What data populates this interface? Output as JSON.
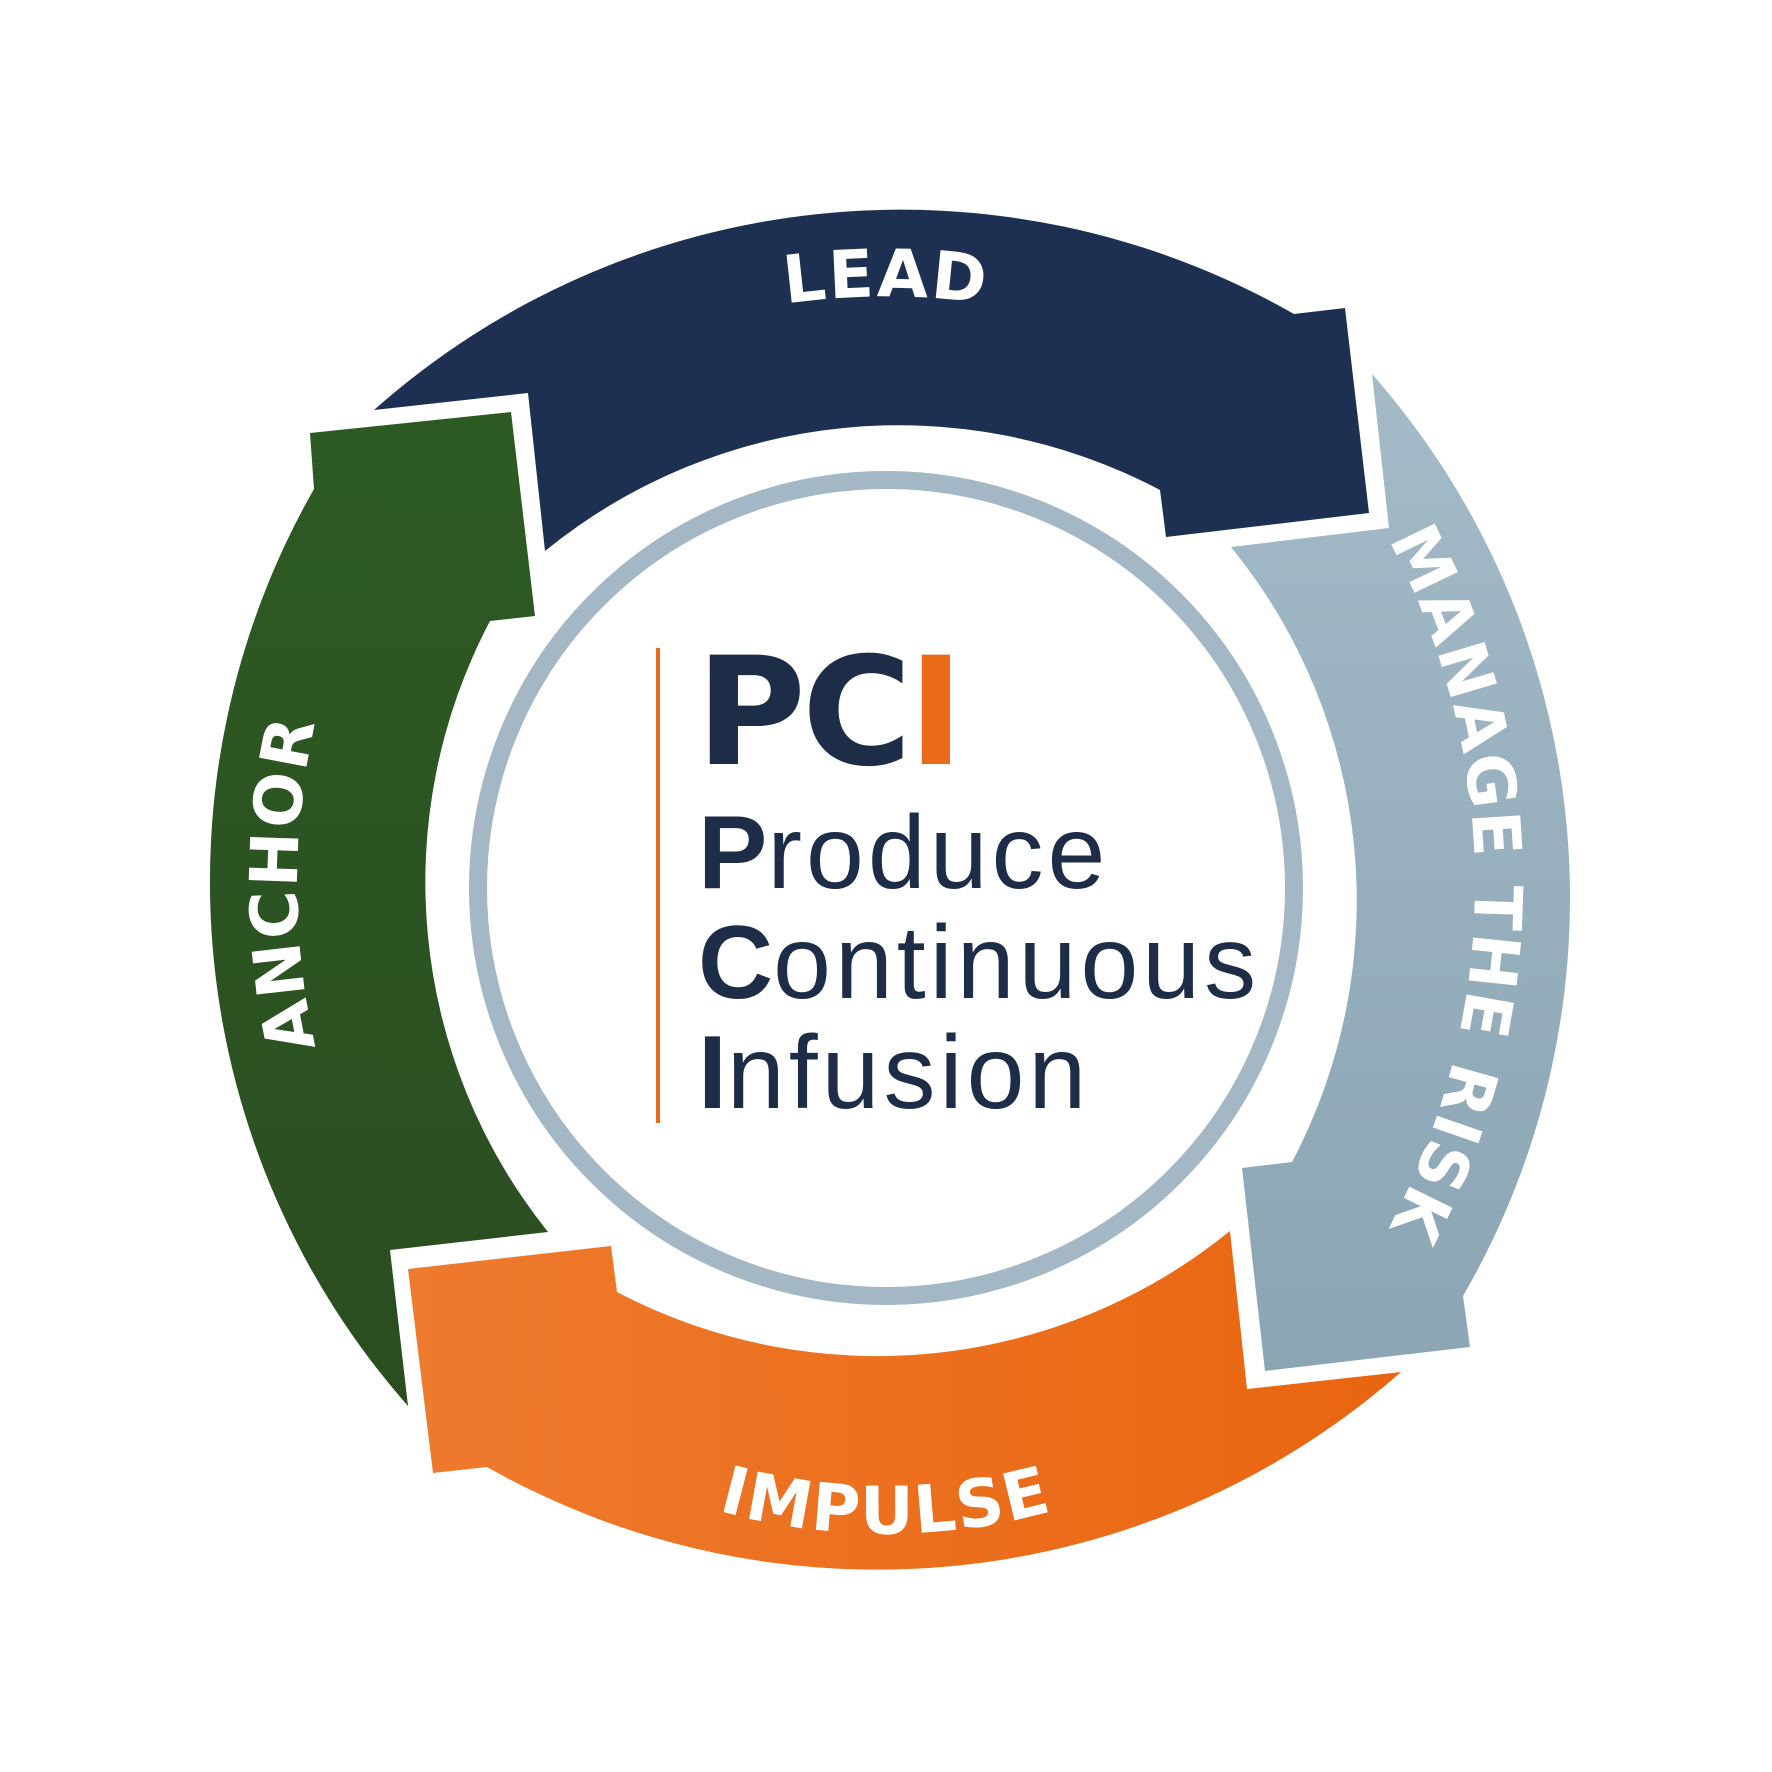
{
  "colors": {
    "navy": "#1e3052",
    "gray_blue": "#9ab0be",
    "orange": "#ea6a1a",
    "green": "#2d5424",
    "ring": "#a3b7c4",
    "white": "#ffffff"
  },
  "segments": {
    "lead": "LEAD",
    "manage": "MANAGE THE RISK",
    "impulse": "IMPULSE",
    "anchor": "ANCHOR"
  },
  "logo": {
    "mark_p": "P",
    "mark_c": "C",
    "mark_i": "I",
    "lines": [
      {
        "initial": "P",
        "rest": "roduce"
      },
      {
        "initial": "C",
        "rest": "ontinuous"
      },
      {
        "initial": "I",
        "rest": "nfusion"
      }
    ]
  }
}
